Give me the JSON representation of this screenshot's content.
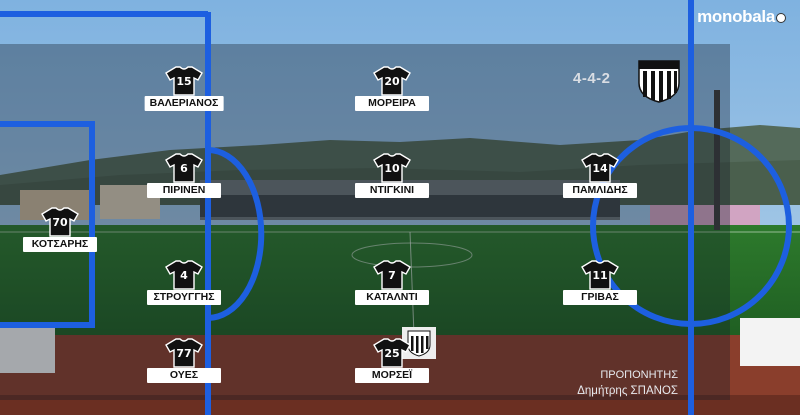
{
  "brand": {
    "name": "monobala"
  },
  "formation": "4-4-2",
  "coach": {
    "title": "ΠΡΟΠΟΝΗΤΗΣ",
    "name": "Δημήτρης ΣΠΑΝΟΣ"
  },
  "colors": {
    "line_blue": "#1d5fe0",
    "shirt": "#111111",
    "label_bg": "#ffffff"
  },
  "players": [
    {
      "number": "15",
      "name": "ΒΑΛΕΡΙΑΝΟΣ"
    },
    {
      "number": "20",
      "name": "ΜΟΡΕΙΡΑ"
    },
    {
      "number": "6",
      "name": "ΠΙΡΙΝΕΝ"
    },
    {
      "number": "10",
      "name": "ΝΤΙΓΚΙΝΙ"
    },
    {
      "number": "14",
      "name": "ΠΑΜΛΙΔΗΣ"
    },
    {
      "number": "70",
      "name": "ΚΟΤΣΑΡΗΣ"
    },
    {
      "number": "4",
      "name": "ΣΤΡΟΥΓΓΗΣ"
    },
    {
      "number": "7",
      "name": "ΚΑΤΑΛΝΤΙ"
    },
    {
      "number": "11",
      "name": "ΓΡΙΒΑΣ"
    },
    {
      "number": "77",
      "name": "ΟΥΕΣ"
    },
    {
      "number": "25",
      "name": "ΜΟΡΣΕΪ"
    }
  ],
  "icons": {
    "shirt": "jersey-icon",
    "crest": "club-crest-icon",
    "ball": "ball-icon"
  }
}
